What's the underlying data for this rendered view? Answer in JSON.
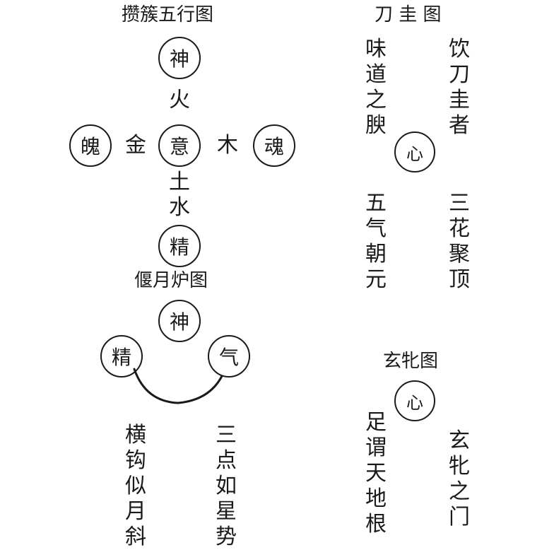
{
  "diagram1": {
    "title": "攒簇五行图",
    "top": "神",
    "fire": "火",
    "left_circle": "魄",
    "metal": "金",
    "center": "意",
    "wood": "木",
    "right_circle": "魂",
    "earth": "土",
    "water": "水",
    "bottom": "精"
  },
  "diagram2": {
    "title": "偃月炉图",
    "top": "神",
    "left": "精",
    "right": "气",
    "left_caption": "横钩似月斜",
    "right_caption": "三点如星势"
  },
  "diagram3": {
    "title": "刀 圭 图",
    "center": "心",
    "upper_left": "味道之腴",
    "upper_right": "饮刀圭者",
    "lower_left": "五气朝元",
    "lower_right": "三花聚顶"
  },
  "diagram4": {
    "title": "玄牝图",
    "center": "心",
    "left": "足谓天地根",
    "right": "玄牝之门"
  }
}
